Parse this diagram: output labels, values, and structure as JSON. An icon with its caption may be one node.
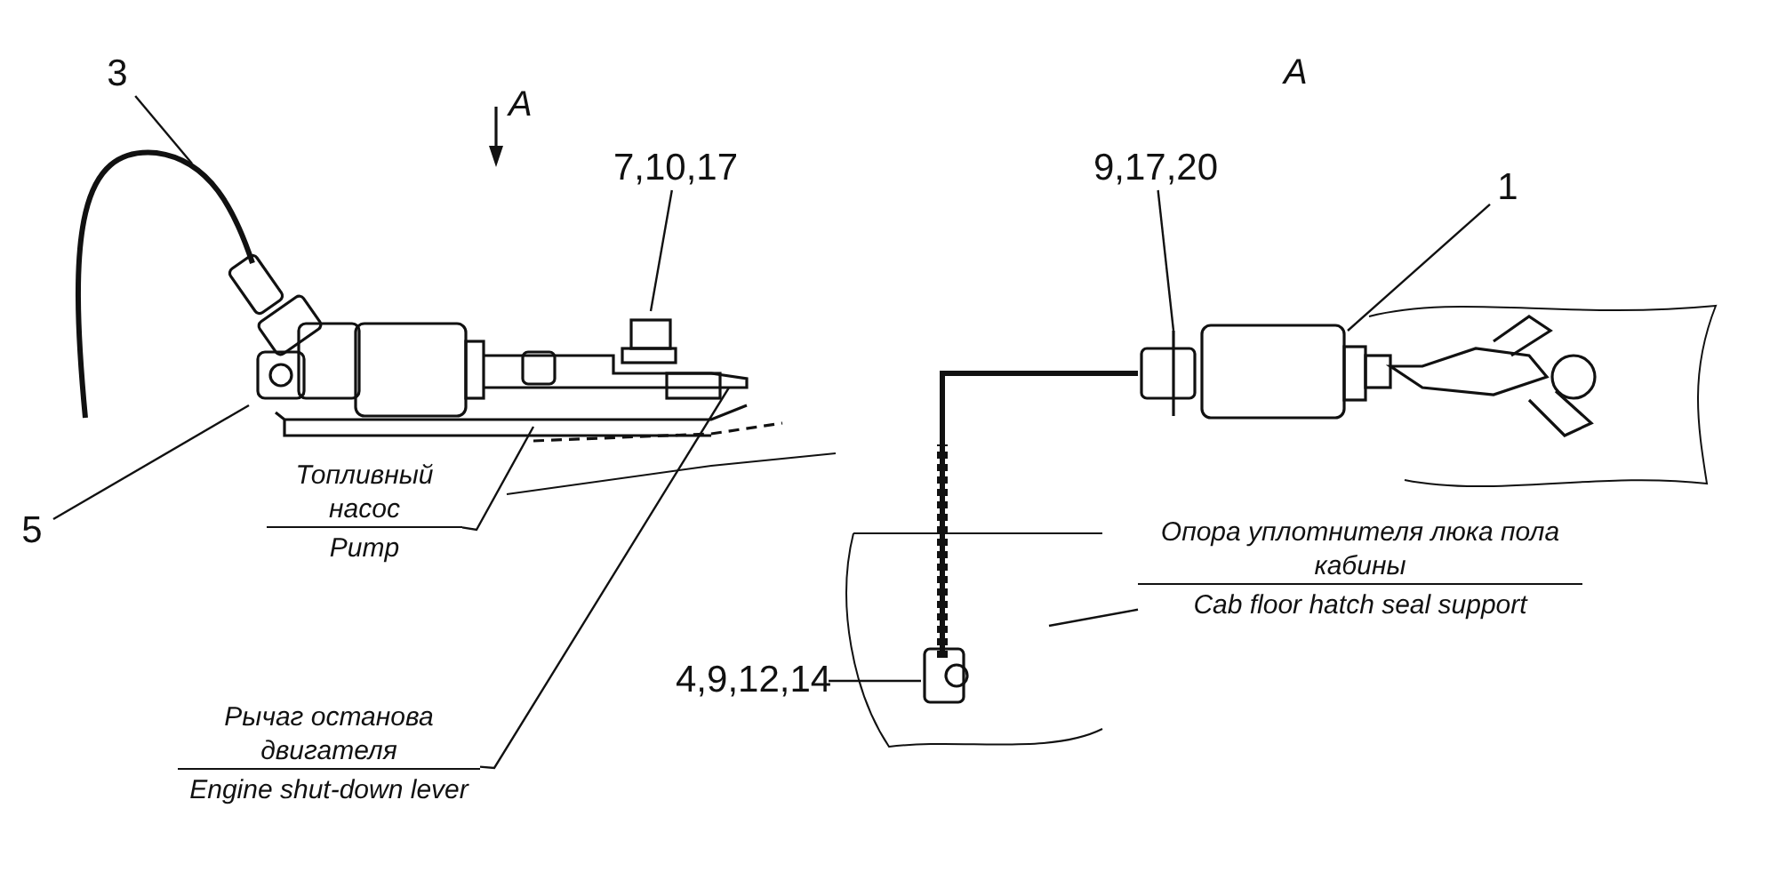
{
  "diagram": {
    "nodes": [
      {
        "text": [
          "3"
        ]
      },
      {
        "text": [
          "5"
        ]
      },
      {
        "text": [
          "7,10,17"
        ]
      },
      {
        "text": [
          "Топливный насос",
          "Pump"
        ]
      },
      {
        "text": [
          "Рычаг останова двигателя",
          "Engine shut-down lever"
        ]
      },
      {
        "text": [
          "9,17,20"
        ]
      },
      {
        "text": [
          "1"
        ]
      },
      {
        "text": [
          "4,9,12,14"
        ]
      },
      {
        "text": [
          "Опора уплотнителя люка пола кабины",
          "Cab floor hatch seal support"
        ]
      }
    ],
    "edges": [
      {
        "from": 0,
        "to": null,
        "arrow": "none"
      },
      {
        "from": 1,
        "to": null,
        "arrow": "none"
      },
      {
        "from": 2,
        "to": null,
        "arrow": "none"
      },
      {
        "from": 3,
        "to": null,
        "arrow": "none"
      },
      {
        "from": 4,
        "to": null,
        "arrow": "none"
      },
      {
        "from": 5,
        "to": null,
        "arrow": "none"
      },
      {
        "from": 6,
        "to": null,
        "arrow": "none"
      },
      {
        "from": 7,
        "to": null,
        "arrow": "none"
      },
      {
        "from": 8,
        "to": null,
        "arrow": "none"
      }
    ],
    "labels": [
      "A",
      "A"
    ]
  }
}
